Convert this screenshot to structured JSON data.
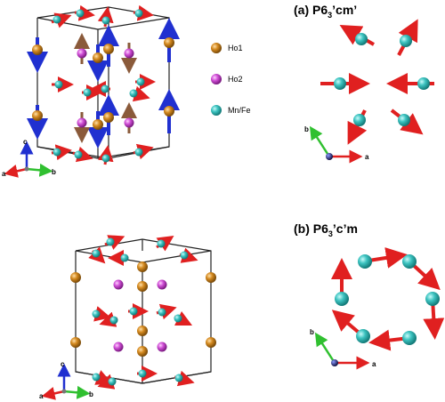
{
  "panel_a": {
    "title_prefix": "(a) P6",
    "title_sub": "3",
    "title_suffix": "’cm’"
  },
  "panel_b": {
    "title_prefix": "(b) P6",
    "title_sub": "3",
    "title_suffix": "’c’m"
  },
  "legend": [
    {
      "label": "Ho1",
      "color": "#d4891f"
    },
    {
      "label": "Ho2",
      "color": "#d04fd6"
    },
    {
      "label": "Mn/Fe",
      "color": "#3cc3c0"
    }
  ],
  "axes": {
    "a": "a",
    "b": "b",
    "c": "c"
  },
  "colors": {
    "ho1": "#d4891f",
    "ho2": "#d04fd6",
    "mnfe": "#3cc3c0",
    "spin_red": "#e02020",
    "spin_blue": "#2030d0",
    "spin_brown": "#8a5a3a",
    "axis_a": "#e02020",
    "axis_b": "#30c030",
    "axis_c": "#2030d0"
  }
}
